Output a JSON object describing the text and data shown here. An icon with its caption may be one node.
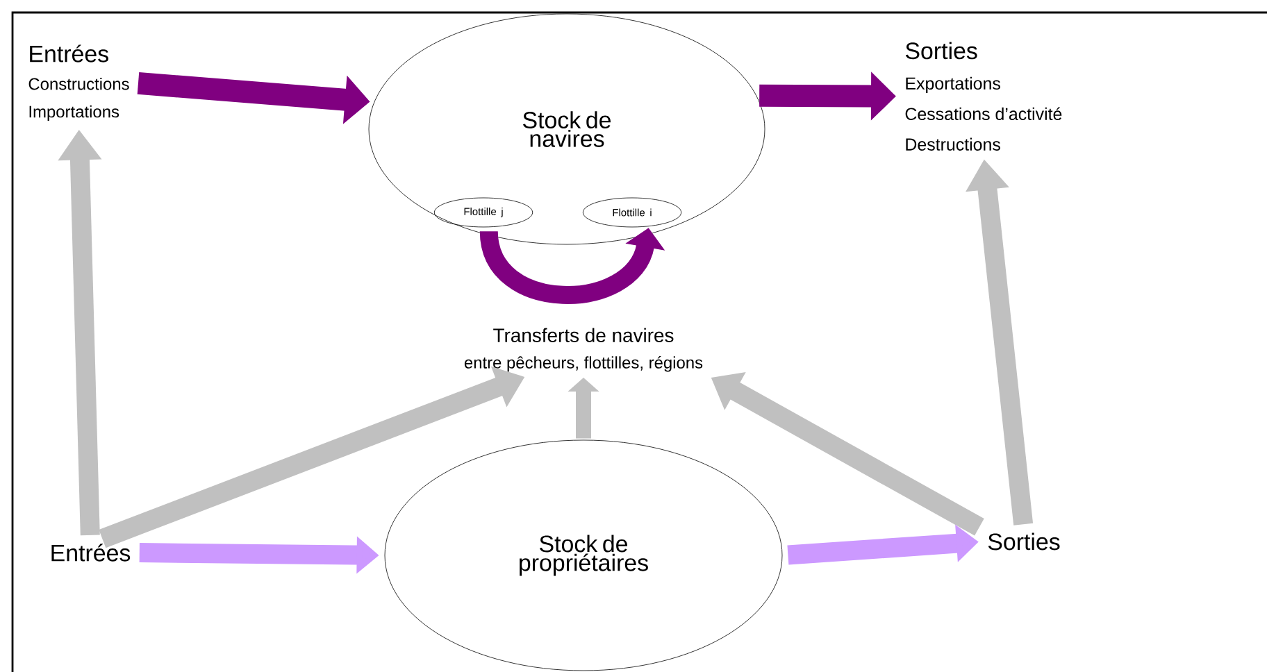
{
  "diagram": {
    "nodes": [
      {
        "text": [
          "Entrées",
          "Constructions",
          "Importations"
        ]
      },
      {
        "text": [
          "Stock de navires"
        ]
      },
      {
        "text": [
          "Flottille j"
        ],
        "in": 1
      },
      {
        "text": [
          "Flottille i"
        ],
        "in": 1
      },
      {
        "text": [
          "Sorties",
          "Exportations",
          "Cessations d’activité",
          "Destructions"
        ]
      },
      {
        "text": [
          "Transferts de navires",
          "entre pêcheurs, flottilles, régions"
        ]
      },
      {
        "text": [
          "Entrées"
        ]
      },
      {
        "text": [
          "Stock de propriétaires"
        ]
      },
      {
        "text": [
          "Sorties"
        ]
      }
    ],
    "edges": [
      {
        "from": 0,
        "to": 1,
        "arrow": "to",
        "color": "#800080"
      },
      {
        "from": 1,
        "to": 4,
        "arrow": "to",
        "color": "#800080"
      },
      {
        "from": 2,
        "to": 3,
        "arrow": "to",
        "color": "#800080"
      },
      {
        "from": 6,
        "to": 0,
        "arrow": "to"
      },
      {
        "from": 6,
        "to": 5,
        "arrow": "to"
      },
      {
        "from": 7,
        "to": 5,
        "arrow": "to"
      },
      {
        "from": 8,
        "to": 4,
        "arrow": "to"
      },
      {
        "from": 8,
        "to": 5,
        "arrow": "to"
      },
      {
        "from": 6,
        "to": 7,
        "arrow": "to",
        "color": "#cc99ff"
      },
      {
        "from": 7,
        "to": 8,
        "arrow": "to",
        "color": "#cc99ff"
      }
    ]
  }
}
